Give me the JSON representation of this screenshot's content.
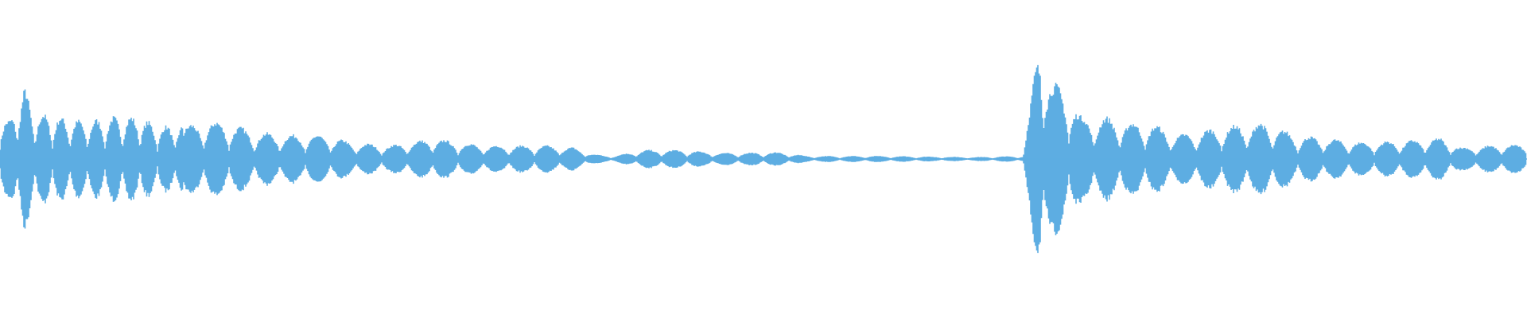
{
  "chart_data": {
    "type": "area",
    "subtype": "audio-waveform",
    "title": "",
    "xlabel": "",
    "ylabel": "",
    "axes_visible": false,
    "grid": false,
    "ylim": [
      -1,
      1
    ],
    "color": "#5DADE2",
    "background": "#FFFFFF",
    "envelope_time_percent_vs_amplitude": [
      [
        0,
        0.28
      ],
      [
        0.6,
        0.25
      ],
      [
        1.6,
        0.48
      ],
      [
        2.2,
        0.31
      ],
      [
        3.8,
        0.28
      ],
      [
        5.7,
        0.25
      ],
      [
        7.3,
        0.28
      ],
      [
        9.2,
        0.28
      ],
      [
        10.2,
        0.22
      ],
      [
        12.1,
        0.22
      ],
      [
        13.7,
        0.25
      ],
      [
        15,
        0.24
      ],
      [
        16.6,
        0.18
      ],
      [
        19.1,
        0.16
      ],
      [
        20.7,
        0.16
      ],
      [
        22,
        0.14
      ],
      [
        23,
        0.11
      ],
      [
        25.5,
        0.09
      ],
      [
        27.4,
        0.12
      ],
      [
        28.4,
        0.14
      ],
      [
        30,
        0.11
      ],
      [
        31.9,
        0.09
      ],
      [
        33.8,
        0.09
      ],
      [
        35.7,
        0.09
      ],
      [
        37.6,
        0.075
      ],
      [
        38.9,
        0.03
      ],
      [
        40.2,
        0.02
      ],
      [
        42.1,
        0.06
      ],
      [
        44.6,
        0.06
      ],
      [
        47.2,
        0.04
      ],
      [
        51,
        0.045
      ],
      [
        52.9,
        0.02
      ],
      [
        57.4,
        0.02
      ],
      [
        63.8,
        0.013
      ],
      [
        67,
        0.02
      ],
      [
        67.5,
        0.37
      ],
      [
        67.7,
        0.55
      ],
      [
        68.1,
        0.93
      ],
      [
        68.6,
        0.56
      ],
      [
        69,
        0.5
      ],
      [
        69.8,
        0.47
      ],
      [
        70.8,
        0.28
      ],
      [
        72.4,
        0.28
      ],
      [
        74,
        0.24
      ],
      [
        75.3,
        0.24
      ],
      [
        77.2,
        0.16
      ],
      [
        80.4,
        0.22
      ],
      [
        82.9,
        0.24
      ],
      [
        84.8,
        0.16
      ],
      [
        89.3,
        0.11
      ],
      [
        92.5,
        0.125
      ],
      [
        94.4,
        0.14
      ],
      [
        95.7,
        0.075
      ],
      [
        98.2,
        0.095
      ],
      [
        100,
        0.095
      ]
    ]
  }
}
